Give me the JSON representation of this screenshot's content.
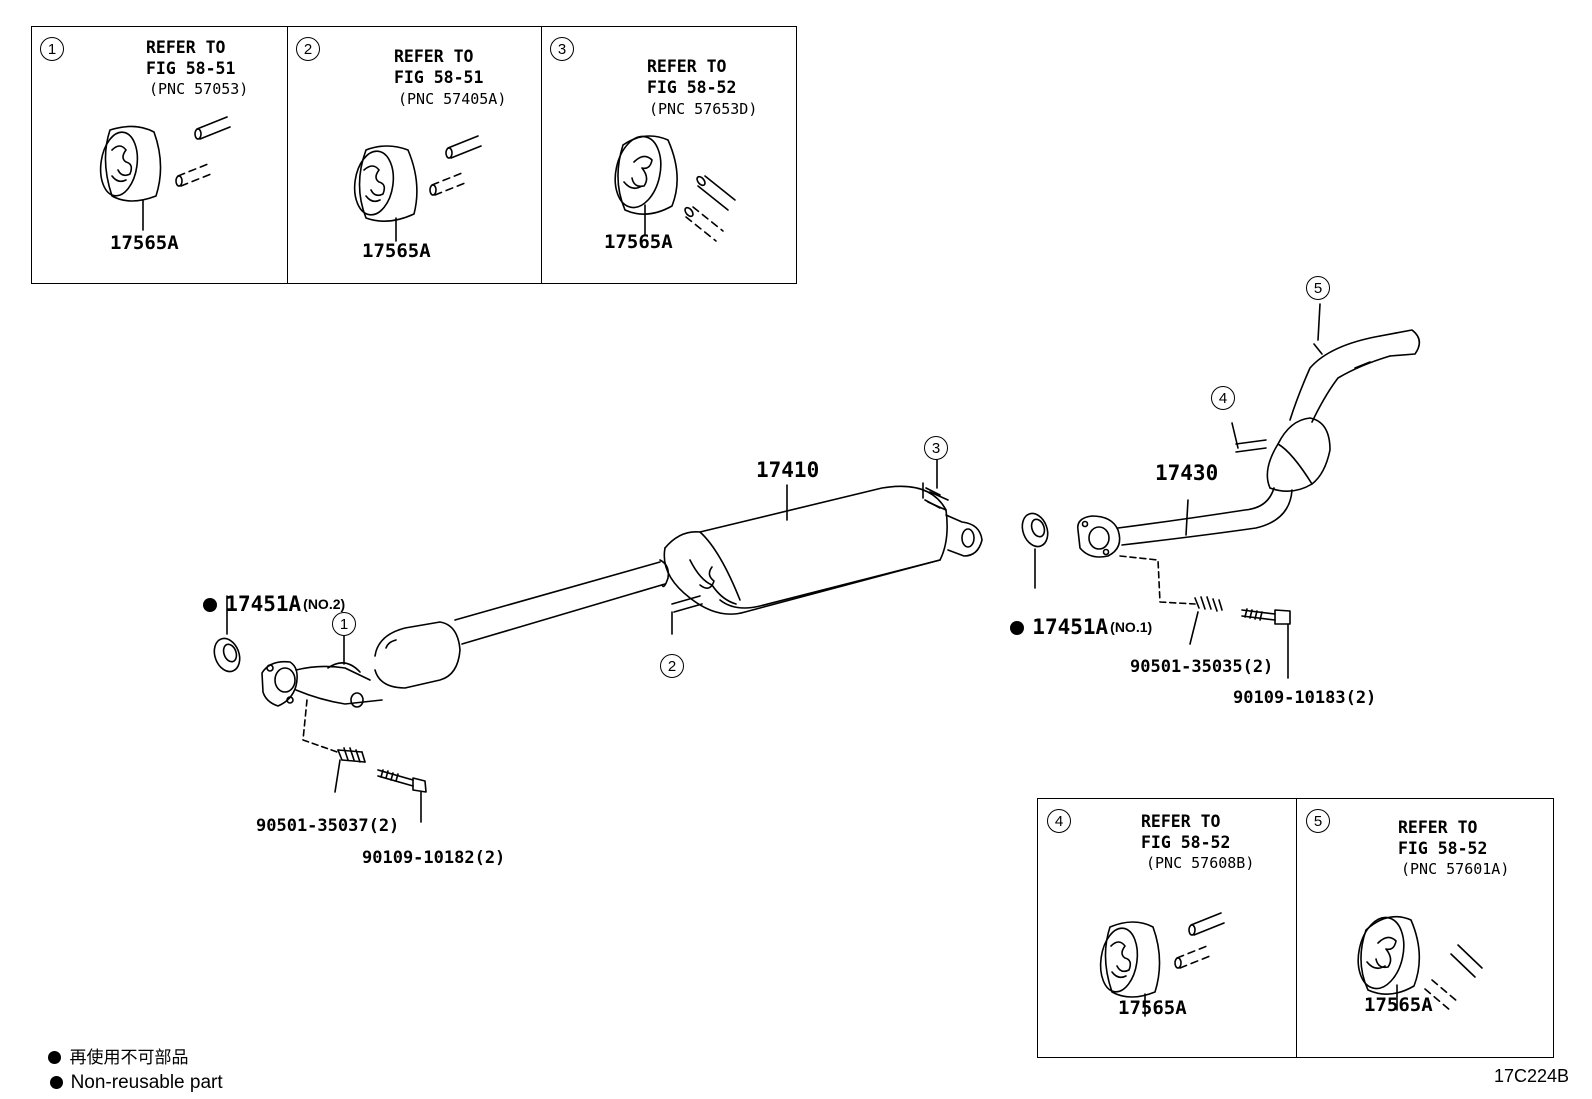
{
  "refer_to": "REFER TO",
  "insets_top": [
    {
      "num": "1",
      "fig": "FIG 58-51",
      "pnc": "(PNC 57053)",
      "part": "17565A"
    },
    {
      "num": "2",
      "fig": "FIG 58-51",
      "pnc": "(PNC 57405A)",
      "part": "17565A"
    },
    {
      "num": "3",
      "fig": "FIG 58-52",
      "pnc": "(PNC 57653D)",
      "part": "17565A"
    }
  ],
  "insets_bottom": [
    {
      "num": "4",
      "fig": "FIG 58-52",
      "pnc": "(PNC 57608B)",
      "part": "17565A"
    },
    {
      "num": "5",
      "fig": "FIG 58-52",
      "pnc": "(PNC 57601A)",
      "part": "17565A"
    }
  ],
  "callouts": {
    "c1": "1",
    "c2": "2",
    "c3": "3",
    "c4": "4",
    "c5": "5"
  },
  "parts": {
    "muffler": "17410",
    "tail_pipe": "17430",
    "gasket_no2": "17451A",
    "gasket_no2_note": "(NO.2)",
    "gasket_no1": "17451A",
    "gasket_no1_note": "(NO.1)",
    "spring_front": "90501-35037(2)",
    "bolt_front": "90109-10182(2)",
    "spring_rear": "90501-35035(2)",
    "bolt_rear": "90109-10183(2)"
  },
  "legend": {
    "jp": "再使用不可部品",
    "en": "Non-reusable part"
  },
  "diagram_id": "17C224B"
}
